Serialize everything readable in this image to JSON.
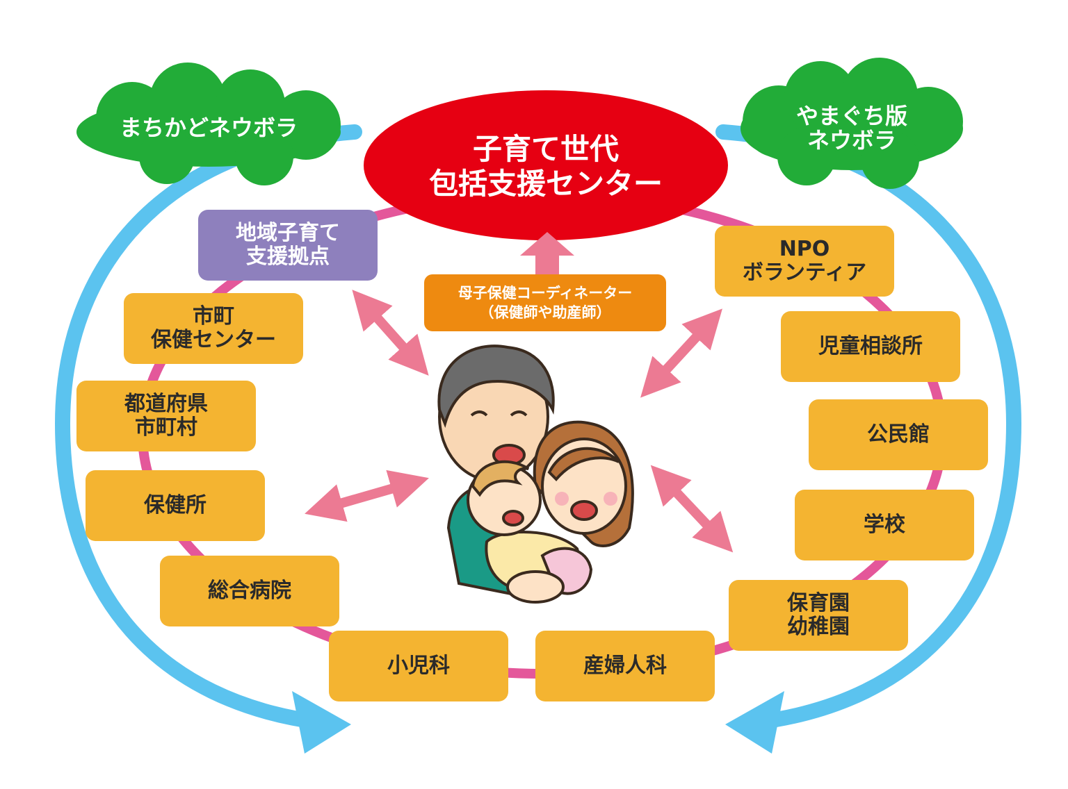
{
  "center": {
    "label": "子育て世代\n包括支援センター"
  },
  "clouds": {
    "left": "まちかどネウボラ",
    "right": "やまぐち版\nネウボラ"
  },
  "coordinator": "母子保健コーディネーター\n（保健師や助産師）",
  "left_nodes": [
    "地域子育て\n支援拠点",
    "市町\n保健センター",
    "都道府県\n市町村",
    "保健所",
    "総合病院",
    "小児科"
  ],
  "right_nodes": [
    "NPO\nボランティア",
    "児童相談所",
    "公民館",
    "学校",
    "保育園\n幼稚園",
    "産婦人科"
  ],
  "colors": {
    "center_red": "#e60012",
    "cloud_green": "#22ac38",
    "ring_pink": "#e4579a",
    "arrow_blue": "#5bc3ef",
    "arrow_pink": "#ec7a93",
    "node_yellow": "#f4b431",
    "node_purple": "#8e80bd",
    "node_orange": "#ee8a10"
  },
  "illustration": "family-illustration"
}
